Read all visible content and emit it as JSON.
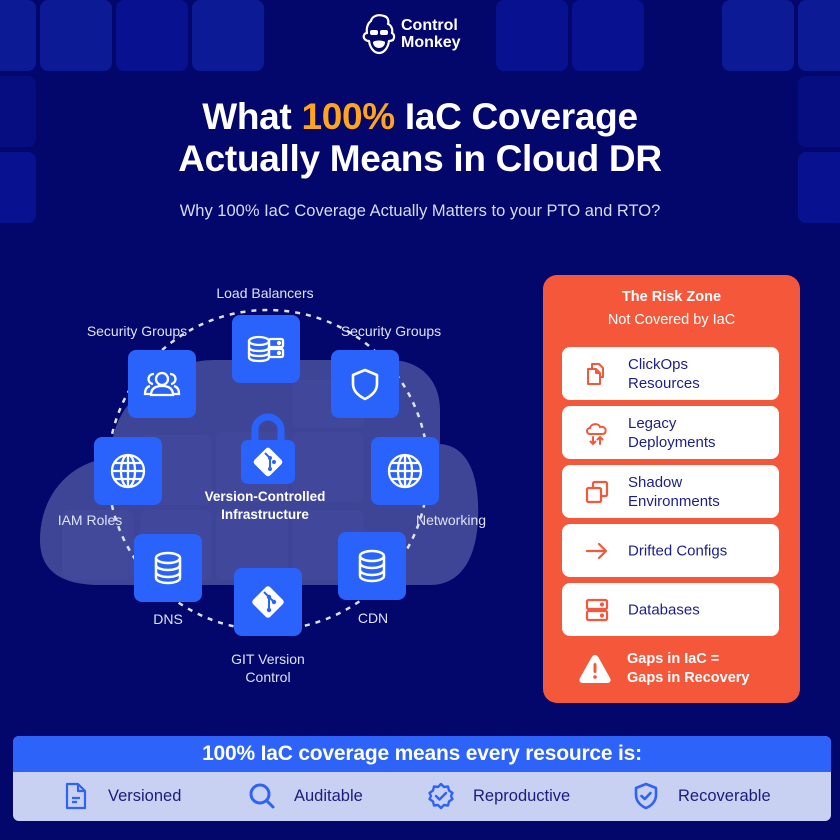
{
  "brand": {
    "logo_line1": "Control",
    "logo_line2": "Monkey"
  },
  "header": {
    "title_pre": "What ",
    "title_highlight": "100%",
    "title_post": " IaC Coverage",
    "title_line2": "Actually Means in Cloud DR",
    "subtitle": "Why 100% IaC Coverage Actually Matters to your PTO and RTO?"
  },
  "colors": {
    "background": "#03066A",
    "accent_orange": "#FFA41B",
    "node_blue": "#2A63FB",
    "risk_red": "#F5573A",
    "risk_text": "#1B1F8A",
    "bottom_panel": "#C9D1F3"
  },
  "diagram": {
    "center_label_line1": "Version-Controlled",
    "center_label_line2": "Infrastructure",
    "center_icon": "lock-git-icon",
    "nodes": [
      {
        "label": "Load Balancers",
        "icon": "database-server-icon"
      },
      {
        "label": "Security Groups",
        "icon": "users-group-icon"
      },
      {
        "label": "Security Groups",
        "icon": "shield-icon"
      },
      {
        "label": "IAM Roles",
        "icon": "globe-icon"
      },
      {
        "label": "Networking",
        "icon": "globe-icon"
      },
      {
        "label": "DNS",
        "icon": "database-icon"
      },
      {
        "label": "CDN",
        "icon": "database-icon"
      },
      {
        "label_line1": "GIT Version",
        "label_line2": "Control",
        "icon": "git-icon"
      }
    ]
  },
  "risk_zone": {
    "title": "The Risk Zone",
    "subtitle": "Not Covered by IaC",
    "items": [
      {
        "line1": "ClickOps",
        "line2": "Resources",
        "icon": "copy-document-icon"
      },
      {
        "line1": "Legacy",
        "line2": "Deployments",
        "icon": "cloud-sync-icon"
      },
      {
        "line1": "Shadow",
        "line2": "Environments",
        "icon": "duplicate-windows-icon"
      },
      {
        "line1": "Drifted Configs",
        "icon": "arrow-right-icon"
      },
      {
        "line1": "Databases",
        "icon": "server-stack-icon"
      }
    ],
    "footer_line1": "Gaps in IaC =",
    "footer_line2": "Gaps in Recovery",
    "footer_icon": "warning-icon"
  },
  "bottom": {
    "heading": "100% IaC coverage means every resource is:",
    "properties": [
      {
        "label": "Versioned",
        "icon": "document-icon"
      },
      {
        "label": "Auditable",
        "icon": "search-icon"
      },
      {
        "label": "Reproductive",
        "icon": "badge-check-icon"
      },
      {
        "label": "Recoverable",
        "icon": "shield-check-icon"
      }
    ]
  }
}
